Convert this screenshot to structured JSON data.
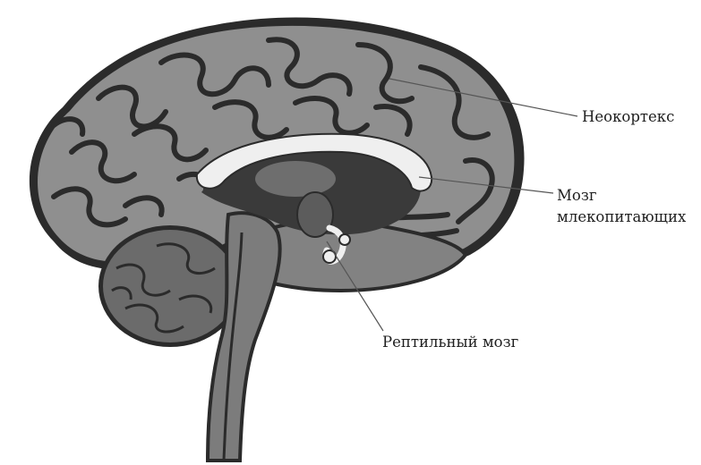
{
  "labels": {
    "neocortex": "Неокортекс",
    "mammal_line1": "Мозг",
    "mammal_line2": "млекопитающих",
    "reptilian": "Рептильный мозг"
  },
  "colors": {
    "cortex": "#8f8f8f",
    "sulcus": "#2b2b2b",
    "cerebellum": "#6b6b6b",
    "brainstem": "#7c7c7c",
    "limbic_dark": "#3a3a3a",
    "corpus_callosum": "#efefef",
    "leader_line": "#555555",
    "text": "#1e1e1e"
  }
}
